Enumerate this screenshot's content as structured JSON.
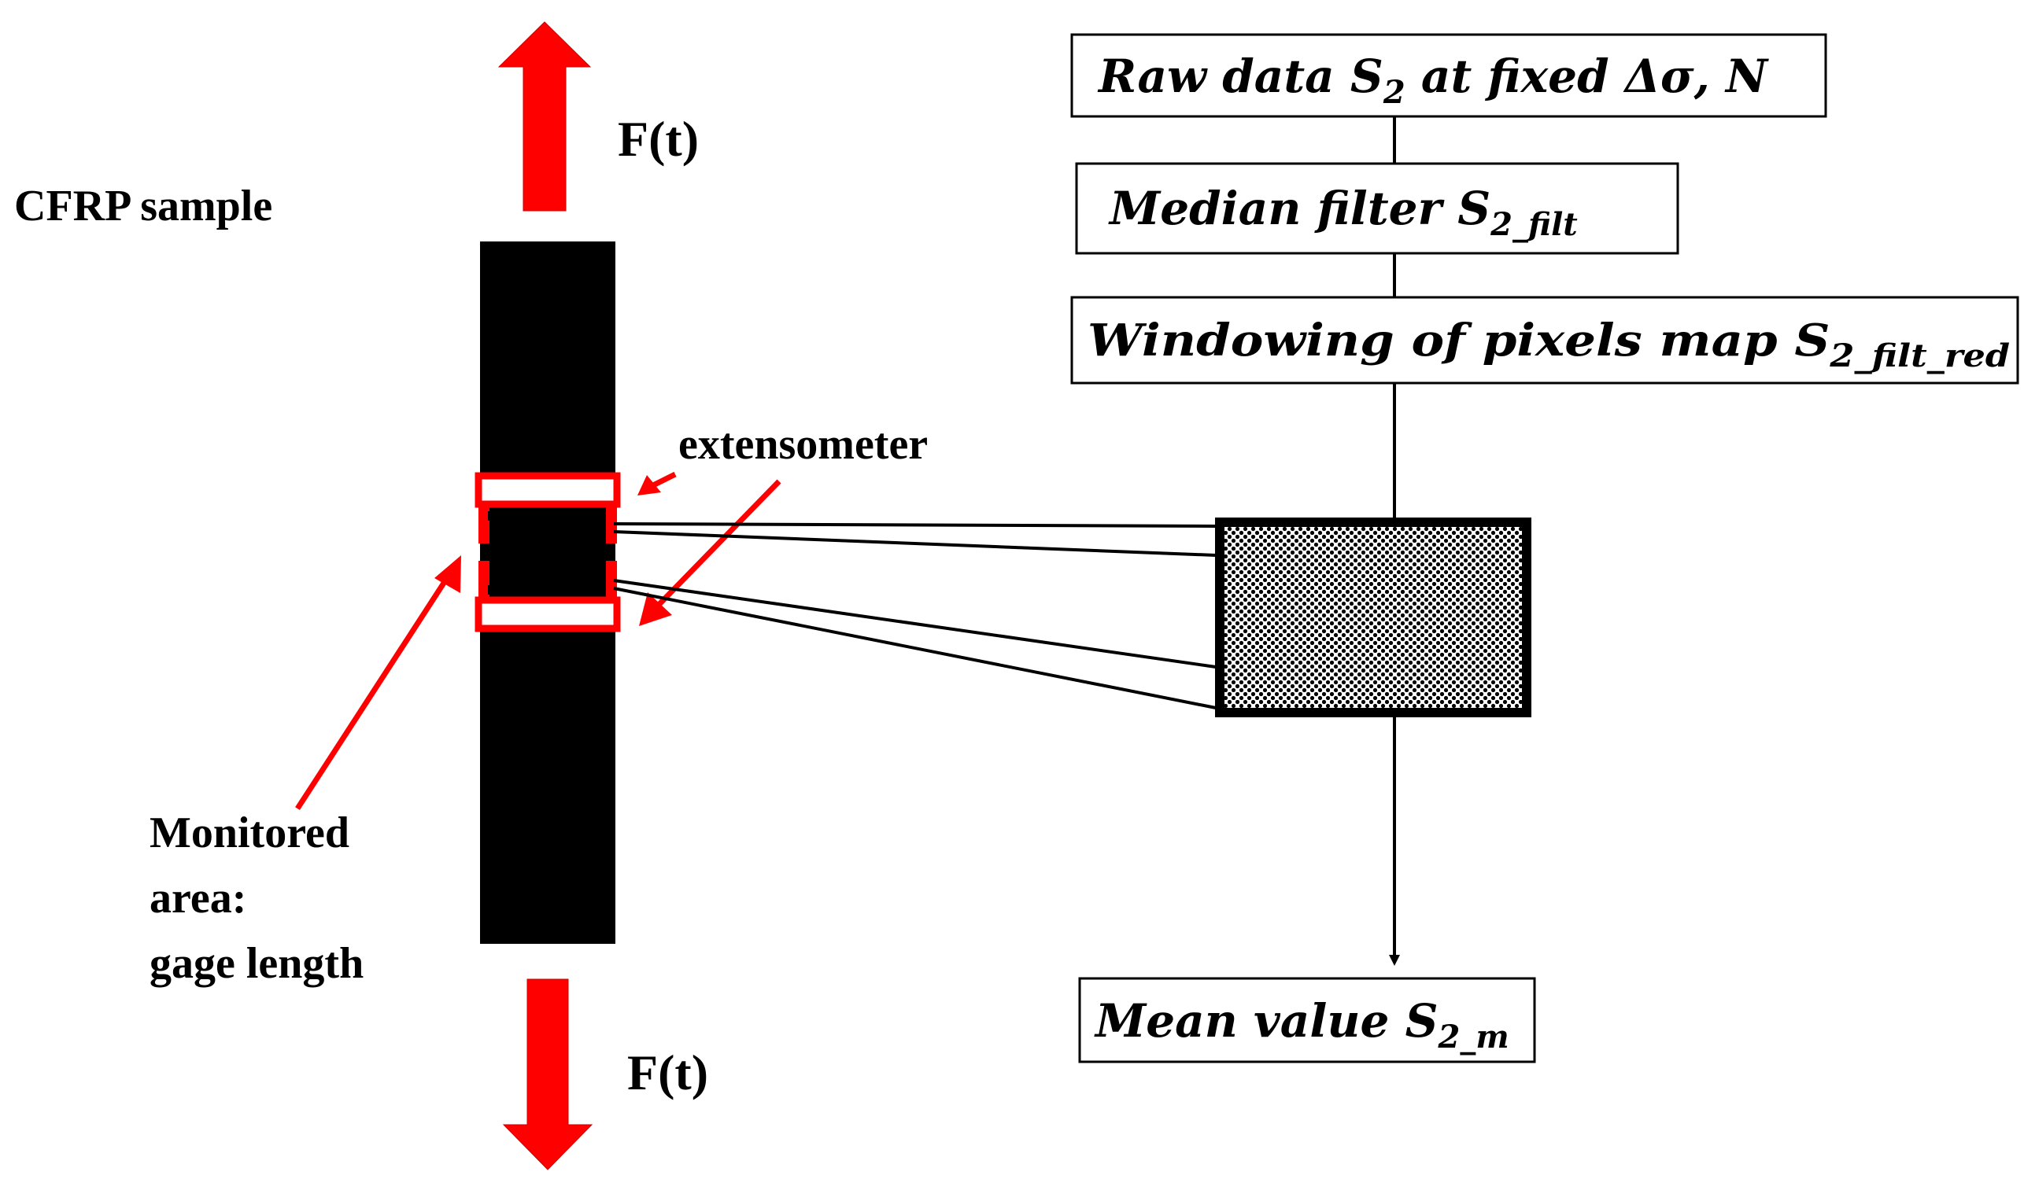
{
  "diagram": {
    "left_labels": {
      "force_top": "F(t)",
      "force_bottom": "F(t)",
      "sample": "CFRP sample",
      "extensometer": "extensometer",
      "monitored_line1": "Monitored",
      "monitored_line2": "area:",
      "monitored_line3": "gage length"
    },
    "steps": [
      {
        "main": "Raw data S",
        "sub": "2",
        "tail": " at fixed Δσ, N"
      },
      {
        "main": "Median filter  S",
        "sub": "2_filt",
        "tail": ""
      },
      {
        "main": "Windowing of pixels map S",
        "sub": "2_filt_red",
        "tail": ""
      },
      {
        "main": "Mean value S",
        "sub": "2_m",
        "tail": ""
      }
    ],
    "colors": {
      "arrow": "#ff0000",
      "sample": "#000000",
      "line": "#000000"
    }
  }
}
